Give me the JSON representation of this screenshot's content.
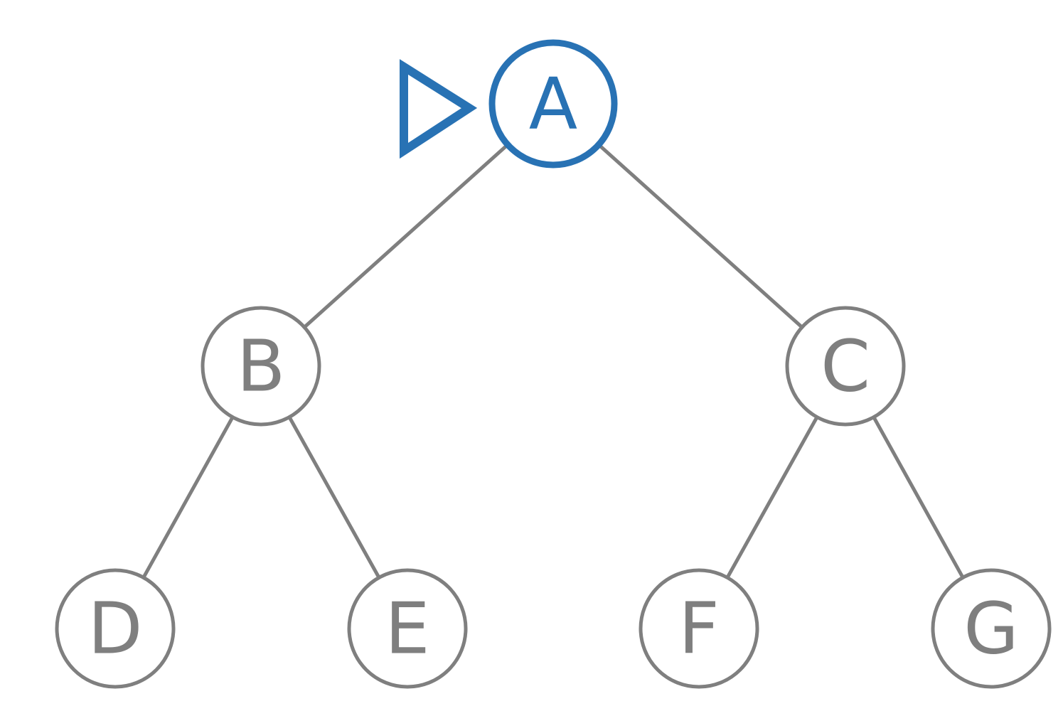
{
  "colors": {
    "active": "#2872b4",
    "default": "#7f7f7f",
    "background": "#ffffff"
  },
  "tree": {
    "current_node": "A",
    "nodes": [
      {
        "id": "A",
        "label": "A",
        "active": true
      },
      {
        "id": "B",
        "label": "B",
        "active": false
      },
      {
        "id": "C",
        "label": "C",
        "active": false
      },
      {
        "id": "D",
        "label": "D",
        "active": false
      },
      {
        "id": "E",
        "label": "E",
        "active": false
      },
      {
        "id": "F",
        "label": "F",
        "active": false
      },
      {
        "id": "G",
        "label": "G",
        "active": false
      }
    ],
    "edges": [
      {
        "from": "A",
        "to": "B"
      },
      {
        "from": "A",
        "to": "C"
      },
      {
        "from": "B",
        "to": "D"
      },
      {
        "from": "B",
        "to": "E"
      },
      {
        "from": "C",
        "to": "F"
      },
      {
        "from": "C",
        "to": "G"
      }
    ]
  },
  "icons": {
    "pointer": "play-triangle-outline-icon"
  }
}
